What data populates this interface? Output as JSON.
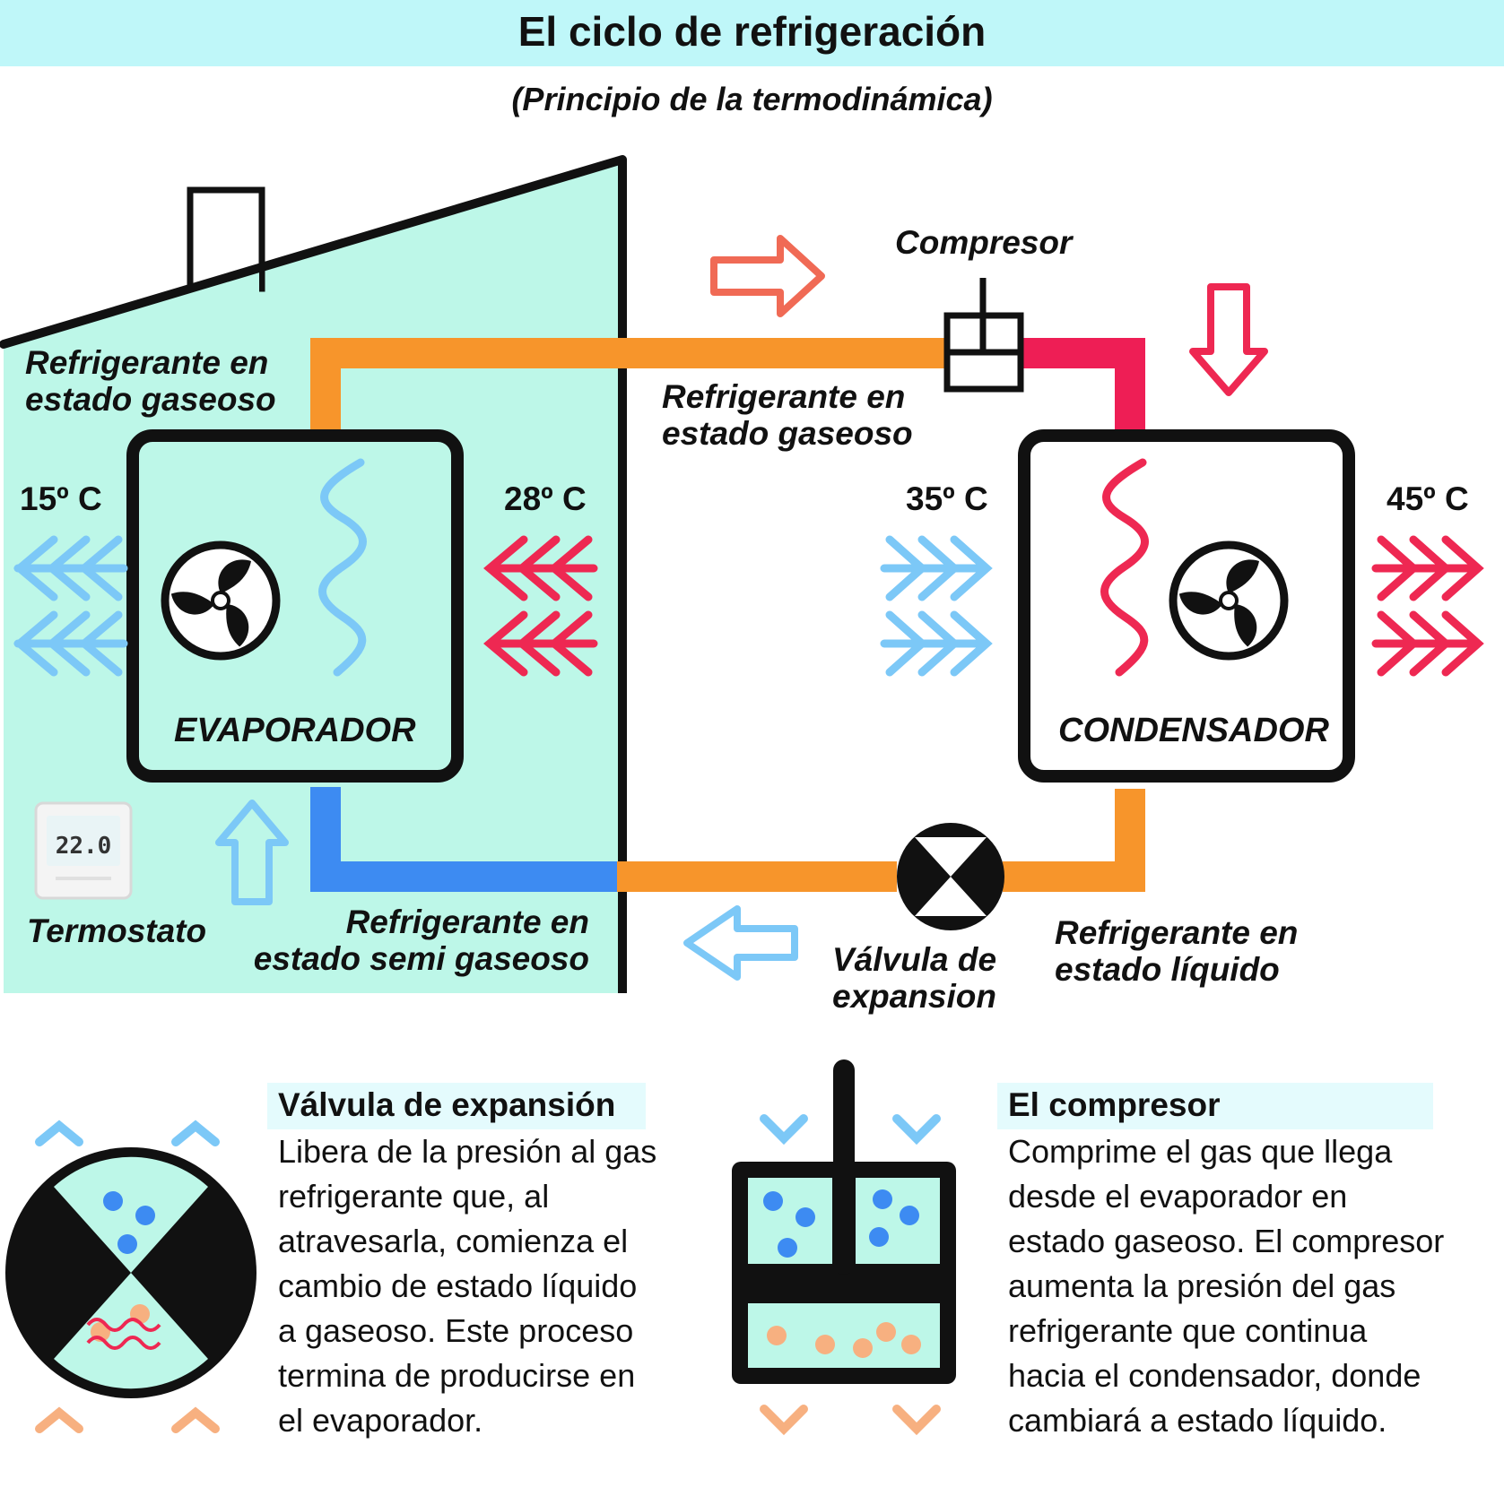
{
  "header": {
    "title": "El ciclo de refrigeración",
    "subtitle": "(Principio de la termodinámica)"
  },
  "diagram": {
    "labels": {
      "gas_left_line1": "Refrigerante en",
      "gas_left_line2": "estado gaseoso",
      "gas_mid_line1": "Refrigerante en",
      "gas_mid_line2": "estado gaseoso",
      "semigas_line1": "Refrigerante en",
      "semigas_line2": "estado semi gaseoso",
      "liquid_line1": "Refrigerante en",
      "liquid_line2": "estado líquido",
      "compressor": "Compresor",
      "valve_line1": "Válvula de",
      "valve_line2": "expansion",
      "thermostat": "Termostato",
      "evaporator": "EVAPORADOR",
      "condenser": "CONDENSADOR"
    },
    "temperatures": {
      "t1": "15º C",
      "t2": "28º C",
      "t3": "35º C",
      "t4": "45º C"
    },
    "thermostat_display": "22.0",
    "colors": {
      "indoor_bg": "#bdf7e8",
      "pipe_gas": "#f7952b",
      "pipe_hot": "#ee1e55",
      "pipe_cold": "#3d8bf2",
      "air_cold": "#7cc8f7",
      "air_hot": "#ee2852",
      "arrow_flow": "#f06a55"
    }
  },
  "sections": {
    "valve": {
      "heading": "Válvula de expansión",
      "lines": [
        "Libera de la presión al gas",
        "refrigerante que, al",
        "atravesarla, comienza el",
        "cambio de estado líquido",
        "a gaseoso. Este proceso",
        "termina de producirse en",
        "el evaporador."
      ]
    },
    "compressor": {
      "heading": "El compresor",
      "lines": [
        "Comprime el gas que llega",
        "desde el evaporador en",
        "estado gaseoso. El compresor",
        "aumenta la presión del gas",
        "refrigerante que continua",
        "hacia el condensador, donde",
        "cambiará a estado líquido."
      ]
    }
  }
}
